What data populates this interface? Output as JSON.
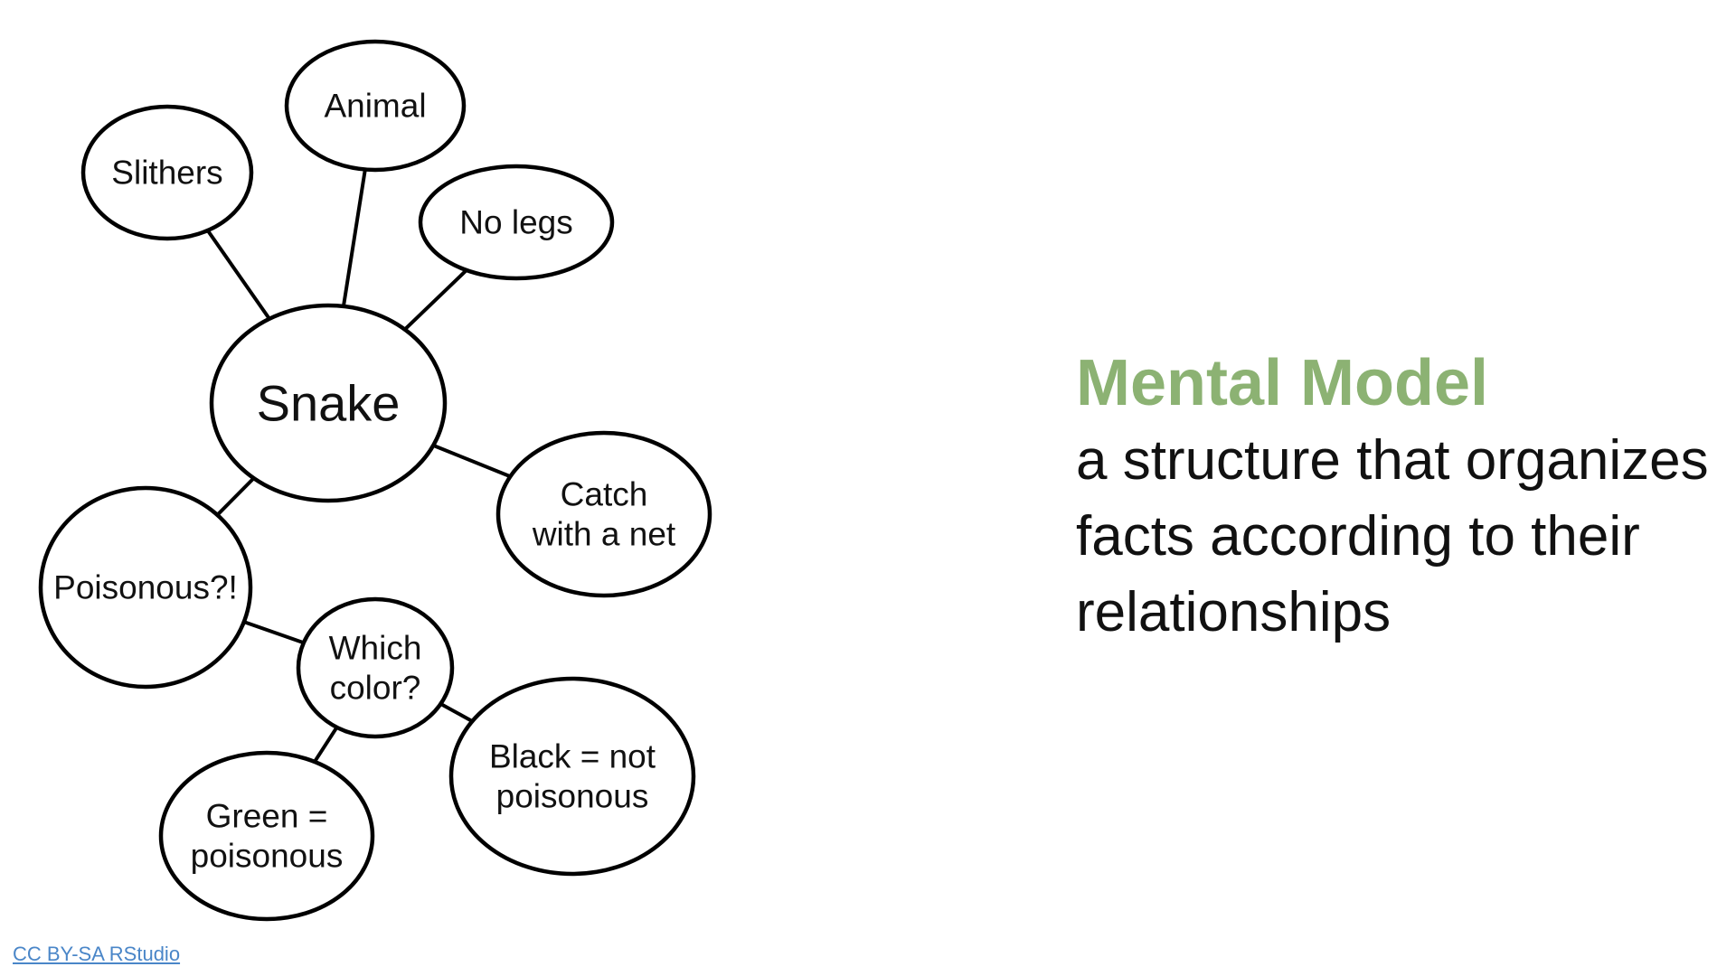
{
  "diagram": {
    "center": "Snake",
    "nodes": [
      {
        "id": "slithers",
        "lines": [
          "Slithers"
        ]
      },
      {
        "id": "animal",
        "lines": [
          "Animal"
        ]
      },
      {
        "id": "no-legs",
        "lines": [
          "No legs"
        ]
      },
      {
        "id": "catch",
        "lines": [
          "Catch",
          "with a net"
        ]
      },
      {
        "id": "poisonous",
        "lines": [
          "Poisonous?!"
        ]
      },
      {
        "id": "which-color",
        "lines": [
          "Which",
          "color?"
        ]
      },
      {
        "id": "green",
        "lines": [
          "Green =",
          "poisonous"
        ]
      },
      {
        "id": "black",
        "lines": [
          "Black = not",
          "poisonous"
        ]
      }
    ],
    "edges": [
      [
        "snake",
        "slithers"
      ],
      [
        "snake",
        "animal"
      ],
      [
        "snake",
        "no-legs"
      ],
      [
        "snake",
        "catch"
      ],
      [
        "snake",
        "poisonous"
      ],
      [
        "poisonous",
        "which-color"
      ],
      [
        "which-color",
        "green"
      ],
      [
        "which-color",
        "black"
      ]
    ]
  },
  "title": "Mental Model",
  "definition": "a structure that organizes facts according to their relationships",
  "credit": "CC BY-SA RStudio",
  "colors": {
    "title": "#8cb273",
    "link": "#4a86c8",
    "stroke": "#000000"
  }
}
